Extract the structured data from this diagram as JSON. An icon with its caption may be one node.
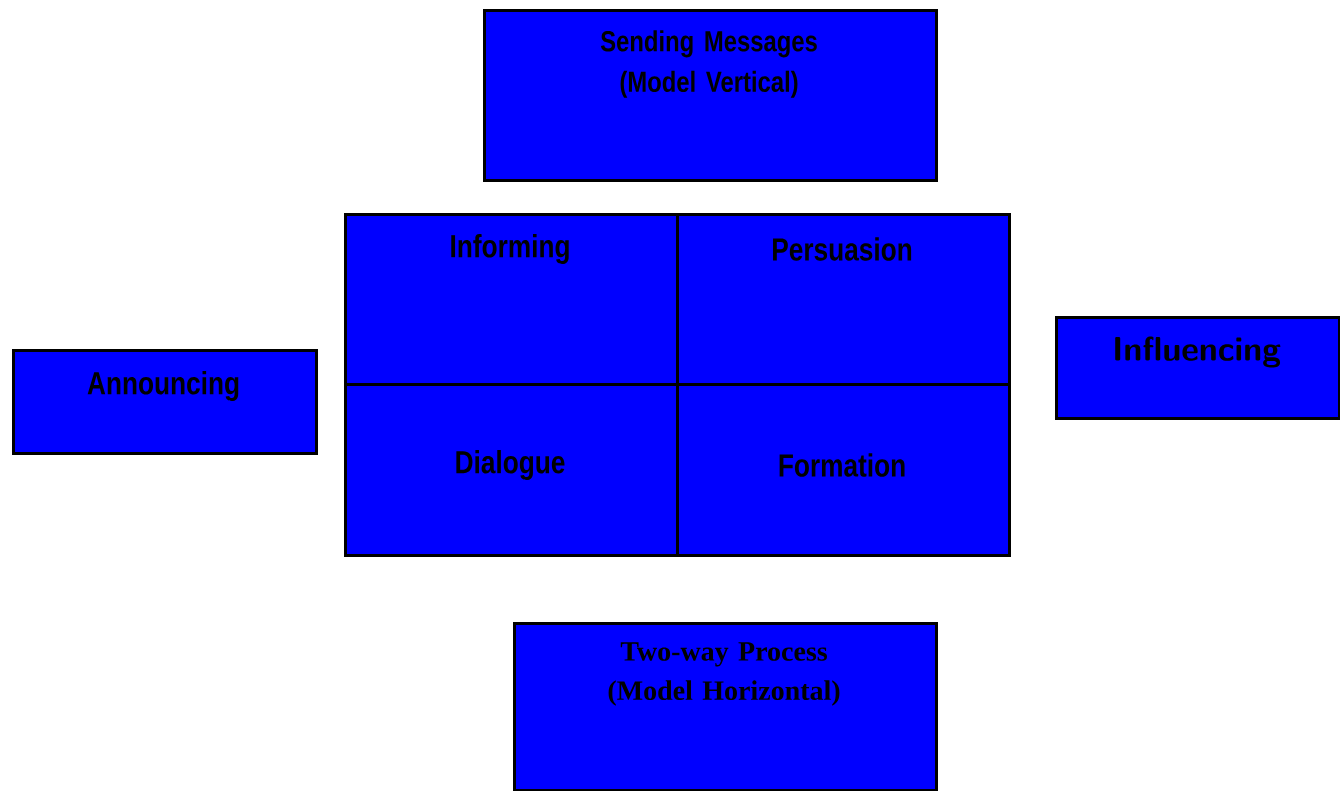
{
  "diagram": {
    "nodes": [
      {
        "text": [
          "Sending Messages (Model Vertical)"
        ]
      },
      {
        "text": [
          "Informing"
        ]
      },
      {
        "text": [
          "Persuasion"
        ]
      },
      {
        "text": [
          "Influencing"
        ]
      },
      {
        "text": [
          "Announcing"
        ]
      },
      {
        "text": [
          "Dialogue"
        ]
      },
      {
        "text": [
          "Formation"
        ]
      },
      {
        "text": [
          "Two-way Process (Model Horizontal)"
        ]
      }
    ]
  }
}
